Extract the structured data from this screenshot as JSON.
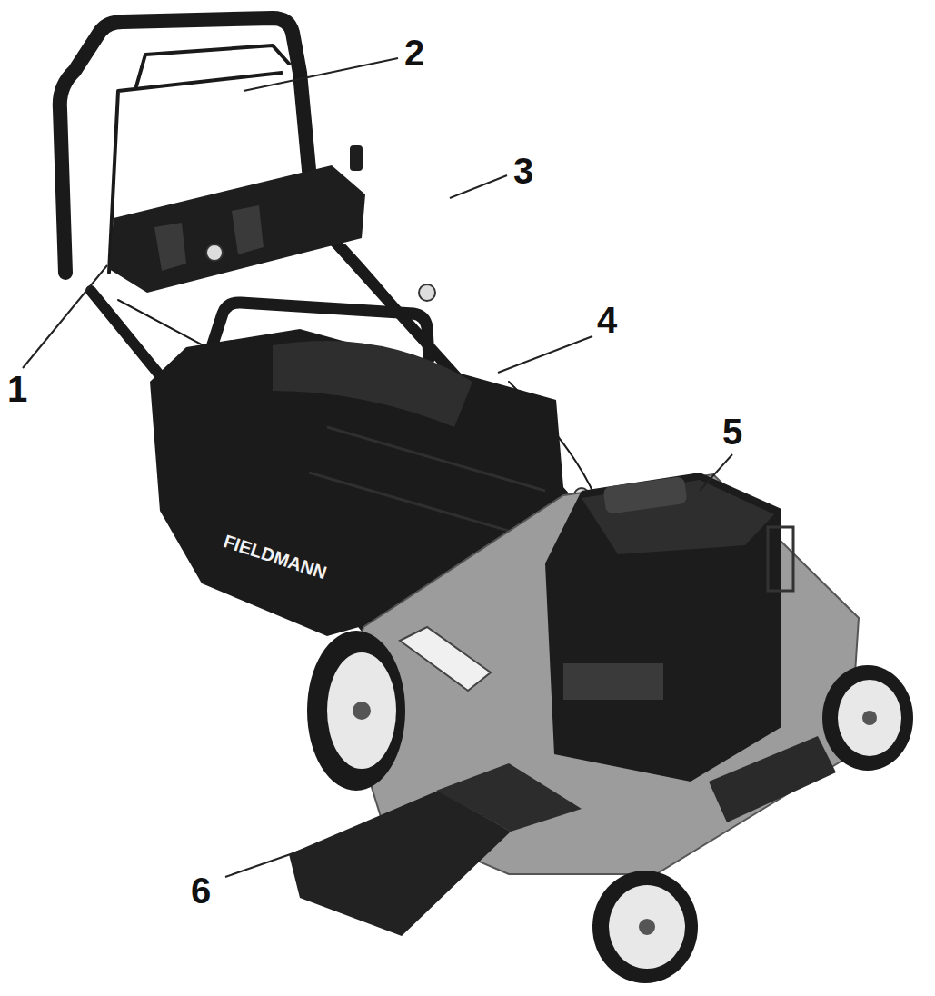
{
  "diagram": {
    "labels": [
      "2",
      "3",
      "1",
      "4",
      "5",
      "6",
      "FIELDMANN"
    ]
  }
}
